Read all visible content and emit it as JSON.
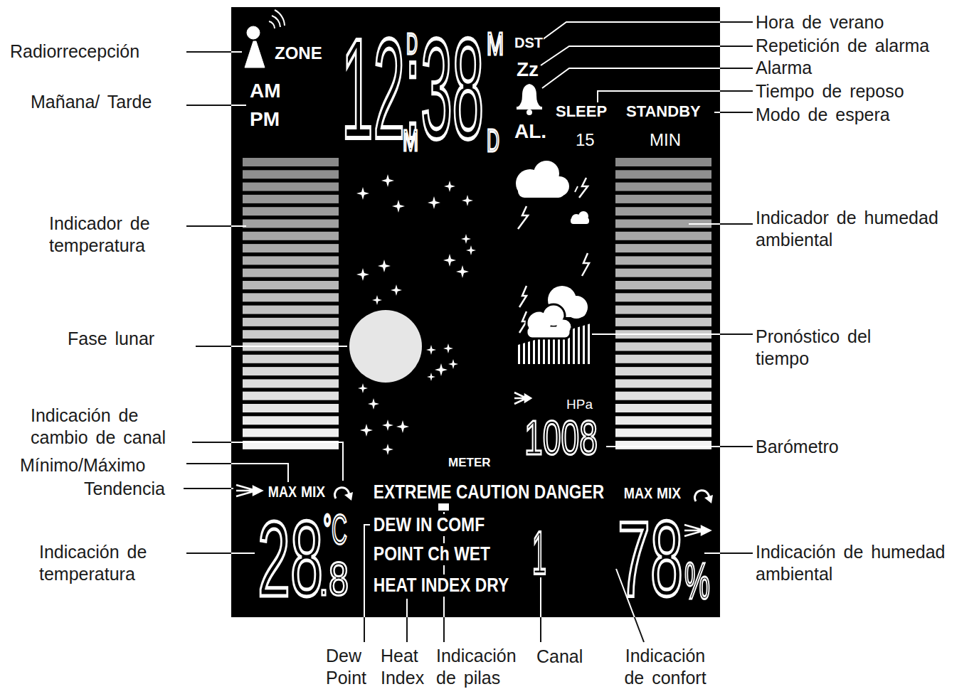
{
  "diagram": {
    "labels": [
      "Radiorrecepción",
      "Mañana/ Tarde",
      "Indicador de temperatura",
      "Fase lunar",
      "Indicación de cambio de canal",
      "Mínimo/Máximo",
      "Tendencia",
      "Indicación de temperatura",
      "Hora de verano",
      "Repetición de alarma",
      "Alarma",
      "Tiempo de reposo",
      "Modo de espera",
      "Indicador de humedad ambiental",
      "Pronóstico del tiempo",
      "Barómetro",
      "Indicación de humedad ambiental",
      "Dew Point",
      "Heat Index",
      "Indicación de pilas",
      "Canal",
      "Indicación de confort",
      "ZONE",
      "AM",
      "PM",
      "12:38",
      "D",
      "M",
      "M",
      "D",
      "DST",
      "Zz",
      "AL.",
      "SLEEP",
      "STANDBY",
      "15",
      "MIN",
      "HPa",
      "1008",
      "METER",
      "MAX",
      "MIX",
      "EXTREME CAUTION DANGER",
      "MAX",
      "MIX",
      "DEW IN COMF",
      "POINT Ch WET",
      "HEAT INDEX DRY",
      "28",
      "°C",
      ".8",
      "1",
      "78",
      "%"
    ]
  }
}
